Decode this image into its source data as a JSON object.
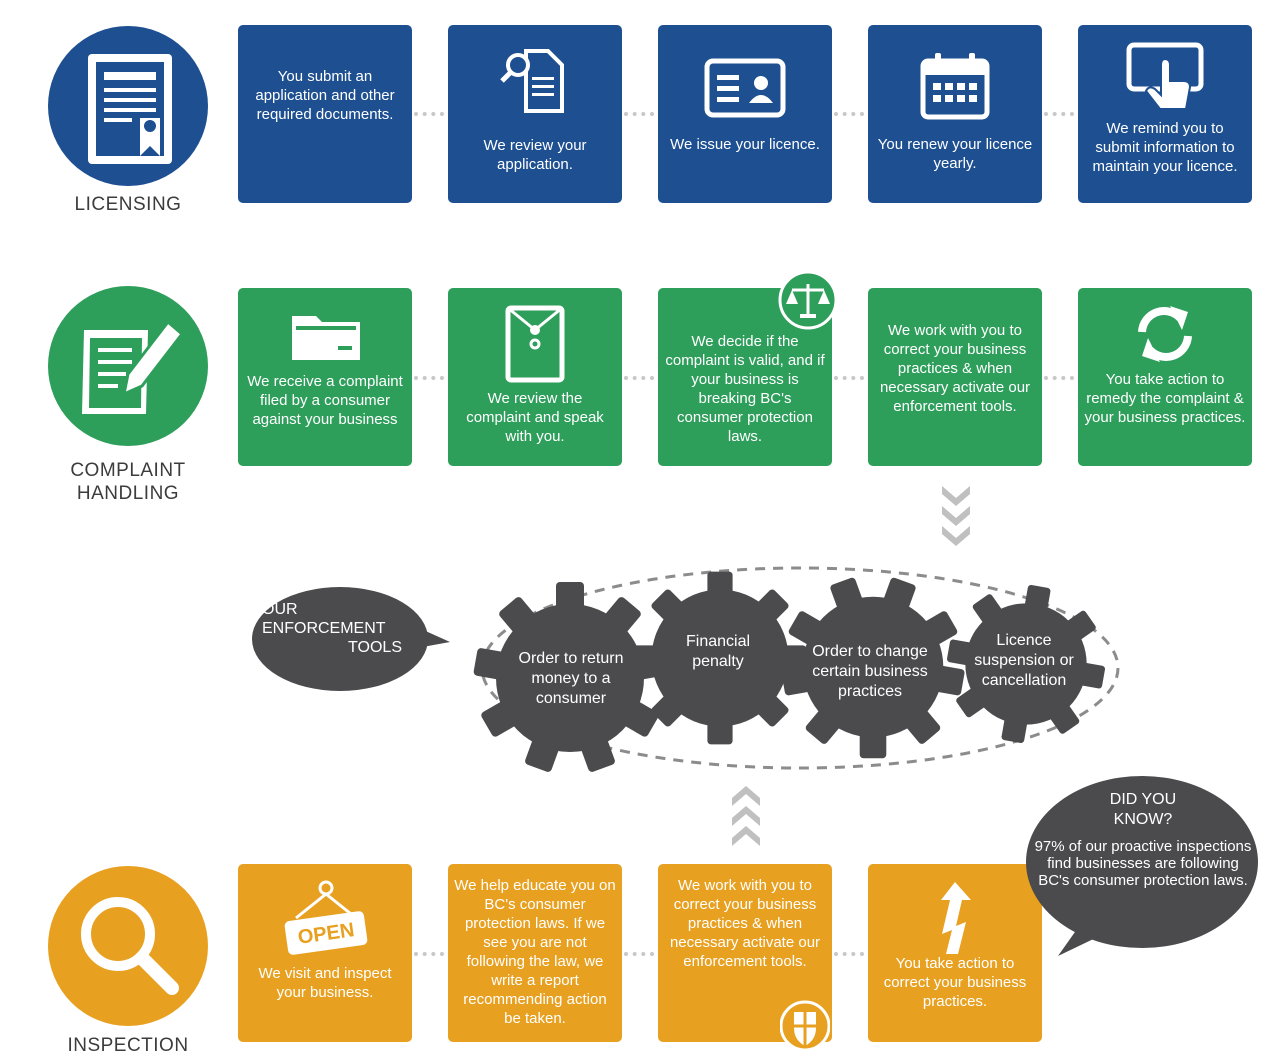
{
  "colors": {
    "licensing": "#1d4f91",
    "complaint": "#2e9e5b",
    "inspection": "#e8a020",
    "gear": "#4b4b4d",
    "connector": "#c8c8c8"
  },
  "sections": {
    "licensing": {
      "label": "LICENSING",
      "steps": [
        "You submit an application and other required documents.",
        "We review your application.",
        "We issue your licence.",
        "You renew your licence yearly.",
        "We remind you to submit information to maintain your licence."
      ]
    },
    "complaint": {
      "label_line1": "COMPLAINT",
      "label_line2": "HANDLING",
      "steps": [
        "We receive a complaint filed by a consumer against your business",
        "We review the complaint and speak with you.",
        "We decide if the complaint is valid, and if your business is breaking BC's consumer protection laws.",
        "We work with you to correct your business practices & when necessary activate our enforcement tools.",
        "You take action to remedy the complaint & your business practices."
      ]
    },
    "inspection": {
      "label": "INSPECTION",
      "sign_text": "OPEN",
      "steps": [
        "We visit and inspect your business.",
        "We help educate you on BC's consumer protection laws. If we see you are not following the law, we write a report recommending action be taken.",
        "We work with you to correct your business practices & when necessary activate our enforcement tools.",
        "You take action to correct your business practices."
      ]
    }
  },
  "enforcement": {
    "bubble_line1": "OUR",
    "bubble_line2": "ENFORCEMENT",
    "bubble_line3": "TOOLS",
    "tools": [
      "Order to return money to a consumer",
      "Financial penalty",
      "Order to change certain business practices",
      "Licence suspension or cancellation"
    ]
  },
  "did_you_know": {
    "title": "DID YOU KNOW?",
    "body": "97% of our proactive inspections find businesses are following BC's consumer protection laws."
  },
  "icons": [
    "document-ribbon-icon",
    "magnifier-document-icon",
    "id-card-icon",
    "calendar-icon",
    "tap-hand-icon",
    "signed-paper-icon",
    "folder-icon",
    "envelope-icon",
    "scales-icon",
    "refresh-icon",
    "magnifier-icon",
    "open-sign-icon",
    "shield-icon",
    "arrow-up-icon"
  ]
}
